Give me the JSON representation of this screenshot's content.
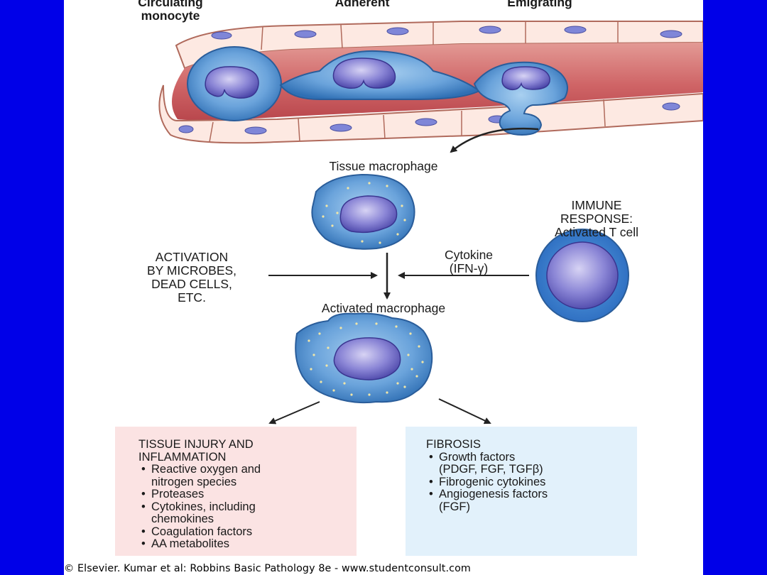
{
  "vessel_labels": {
    "circulating": "Circulating\nmonocyte",
    "adherent": "Adherent",
    "emigrating": "Emigrating"
  },
  "tissue_macrophage": "Tissue macrophage",
  "immune_response": "IMMUNE\nRESPONSE:\nActivated T cell",
  "activation": "ACTIVATION\nBY MICROBES,\nDEAD CELLS,\nETC.",
  "cytokine": "Cytokine\n(IFN-γ)",
  "activated_macrophage": "Activated macrophage",
  "injury_box": {
    "title": "TISSUE INJURY AND\nINFLAMMATION",
    "items": [
      "Reactive oxygen and\nnitrogen species",
      "Proteases",
      "Cytokines, including\nchemokines",
      "Coagulation factors",
      "AA metabolites"
    ],
    "bg_color": "#fbe3e3"
  },
  "fibrosis_box": {
    "title": "FIBROSIS",
    "items": [
      "Growth factors\n(PDGF, FGF, TGFβ)",
      "Fibrogenic cytokines",
      "Angiogenesis factors\n(FGF)"
    ],
    "bg_color": "#e2f1fb"
  },
  "bullet_symbol": "•",
  "credit": "© Elsevier. Kumar et al: Robbins Basic Pathology 8e - www.studentconsult.com",
  "colors": {
    "background": "#0000e8",
    "panel": "#ffffff",
    "vessel_lumen": "#cf6a6a",
    "cell_blue": "#4f8fd0",
    "nucleus": "#5b58b8",
    "arrow": "#222222"
  }
}
